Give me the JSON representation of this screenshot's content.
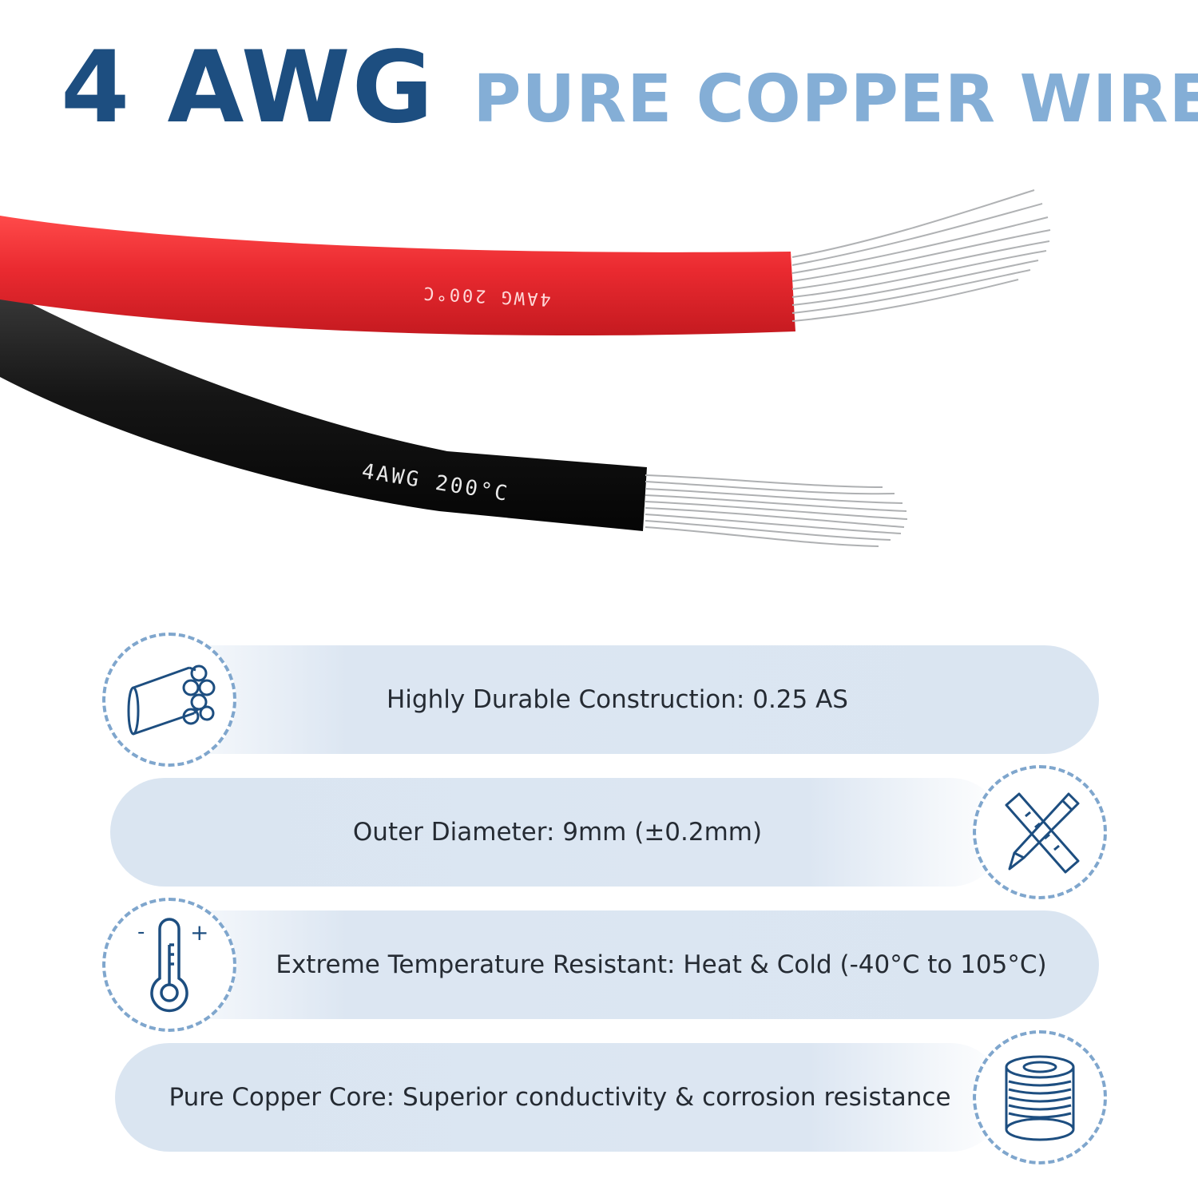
{
  "headline": {
    "part1": "4 AWG",
    "part2": "PURE COPPER WIRE"
  },
  "cables": {
    "red_marking": "4AWG  200°C",
    "black_marking": "4AWG  200°C",
    "red_color": "#e8262b",
    "black_color": "#151515"
  },
  "features": [
    {
      "text": "Highly Durable Construction: 0.25 AS",
      "icon": "cable-strands-icon"
    },
    {
      "text": "Outer Diameter: 9mm (±0.2mm)",
      "icon": "ruler-pencil-icon"
    },
    {
      "text": "Extreme Temperature Resistant: Heat & Cold (-40°C to 105°C)",
      "icon": "thermometer-icon",
      "minus": "-",
      "plus": "+"
    },
    {
      "text": "Pure Copper Core: Superior conductivity & corrosion resistance",
      "icon": "wire-spool-icon"
    }
  ],
  "colors": {
    "primary": "#1d4e80",
    "accent": "#84aed6",
    "pill": "#dae5f1"
  }
}
